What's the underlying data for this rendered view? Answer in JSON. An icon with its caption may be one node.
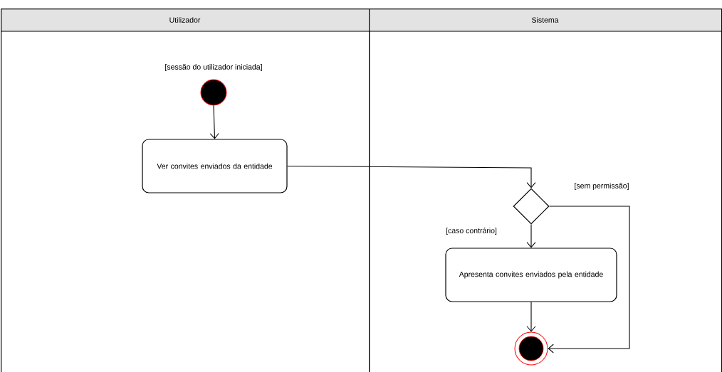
{
  "diagram": {
    "nodes": [
      {
        "text": [
          "Utilizador"
        ]
      },
      {
        "text": [
          "Sistema"
        ]
      },
      {
        "text": [],
        "shape": "circle",
        "in": 0,
        "beside": [
          "[sessão do utilizador iniciada]"
        ]
      },
      {
        "text": [
          "Ver convites enviados da entidade"
        ],
        "in": 0
      },
      {
        "text": [],
        "shape": "diamond",
        "in": 1
      },
      {
        "text": [
          "Apresenta convites enviados pela entidade"
        ],
        "in": 1
      },
      {
        "text": [],
        "shape": "circle",
        "in": 1
      }
    ],
    "edges": [
      {
        "from": 2,
        "to": 3,
        "arrow": "to"
      },
      {
        "from": 3,
        "to": 4,
        "arrow": "to"
      },
      {
        "from": 4,
        "to": 6,
        "arrow": "to",
        "label": "[sem permissão]"
      },
      {
        "from": 4,
        "to": 5,
        "arrow": "to",
        "label": "[caso contrário]"
      },
      {
        "from": 5,
        "to": 6,
        "arrow": "to"
      }
    ]
  }
}
